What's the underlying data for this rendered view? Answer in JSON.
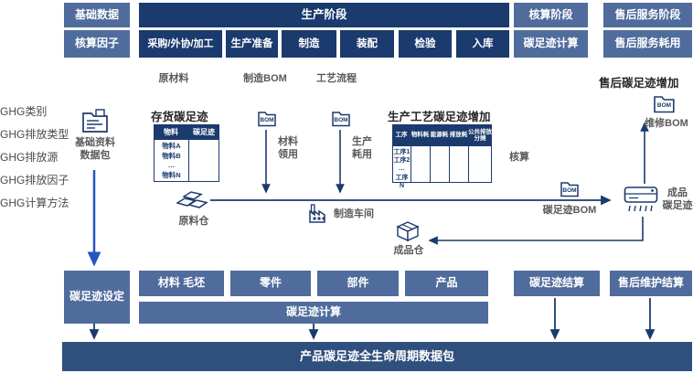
{
  "colors": {
    "dark_navy": "#1B3A6E",
    "steel_blue": "#4F6C9C",
    "bottom_bar": "#2F4F7D",
    "line_blue": "#2257C0",
    "line_navy": "#1B3A6E",
    "gray_text": "#595959"
  },
  "stages": {
    "base_data": "基础数据",
    "production_stage": "生产阶段",
    "accounting_stage": "核算阶段",
    "aftersales_stage": "售后服务阶段",
    "accounting_factor": "核算因子",
    "steps": [
      "采购/外协/加工",
      "生产准备",
      "制造",
      "装配",
      "检验",
      "入库"
    ],
    "carbon_calc": "碳足迹计算",
    "aftersales_consumption": "售后服务耗用"
  },
  "flow_labels": {
    "raw_material": "原材料",
    "mfg_bom": "制造BOM",
    "process_route": "工艺流程"
  },
  "left": {
    "ghg_items": [
      "GHG类别",
      "GHG排放类型",
      "GHG排放源",
      "GHG排放因子",
      "GHG计算方法"
    ],
    "package_line1": "基础资料",
    "package_line2": "数据包"
  },
  "inventory": {
    "title": "存货碳足迹",
    "headers": [
      "物料",
      "碳足迹"
    ],
    "rows": [
      "物料A",
      "物料B",
      "…",
      "物料N"
    ]
  },
  "bom_flows": {
    "material_l1": "材料",
    "material_l2": "领用",
    "production_l1": "生产",
    "production_l2": "耗用"
  },
  "process_table": {
    "title": "生产工艺碳足迹增加",
    "headers": [
      "工序",
      "物料耗",
      "能源耗",
      "排放耗",
      "公共排放分摊"
    ],
    "rows": [
      "工序1",
      "工序2",
      "…",
      "工序N"
    ],
    "note": "核算"
  },
  "warehouses": {
    "raw": "原料仓",
    "workshop": "制造车间",
    "finished": "成品仓"
  },
  "product": {
    "bom_label": "碳足迹BOM",
    "finished_l1": "成品",
    "finished_l2": "碳足迹",
    "repair_bom": "维修BOM",
    "aftersales_title": "售后碳足迹增加"
  },
  "bottom": {
    "setting": "碳足迹设定",
    "items": [
      "材料 毛坯",
      "零件",
      "部件",
      "产品"
    ],
    "calc": "碳足迹计算",
    "settle": "碳足迹结算",
    "aftersales_settle": "售后维护结算",
    "bar": "产品碳足迹全生命周期数据包"
  },
  "icons": {
    "bom_text": "BOM",
    "folder_doc": "folder-document-icon",
    "ingots": "ingots-icon",
    "factory": "factory-icon",
    "carton": "carton-box-icon",
    "ac_unit": "air-conditioner-icon"
  }
}
